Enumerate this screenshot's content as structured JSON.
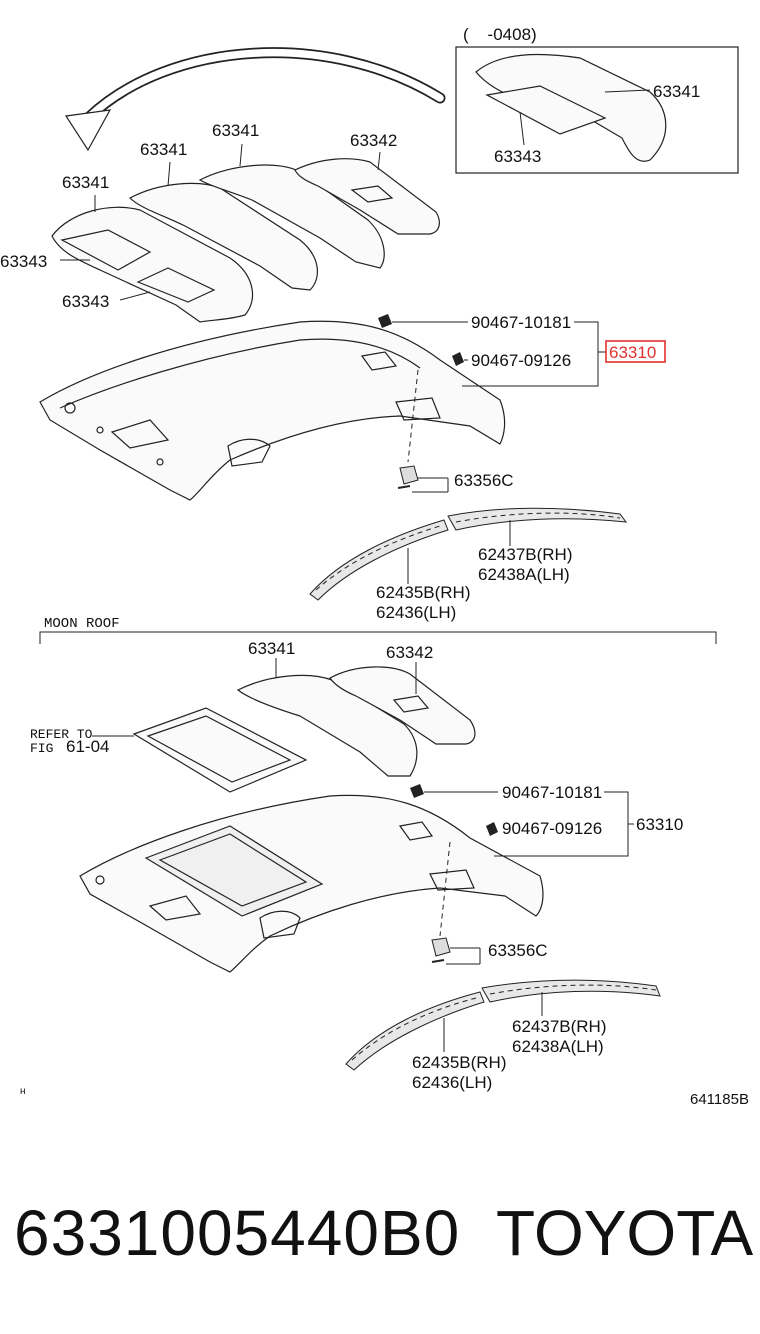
{
  "top_section": {
    "inset_label": "(    -0408)",
    "inset_parts": {
      "p1": "63341",
      "p2": "63343"
    },
    "parts": {
      "a": "63341",
      "b": "63341",
      "c": "63341",
      "d": "63342",
      "e": "63343",
      "f": "63343",
      "clip1": "90467-10181",
      "clip2": "90467-09126",
      "assembly": "63310",
      "holder": "63356C",
      "trim1_rh": "62437B(RH)",
      "trim1_lh": "62438A(LH)",
      "trim2_rh": "62435B(RH)",
      "trim2_lh": "62436(LH)"
    }
  },
  "moon_roof_section": {
    "title": "MOON ROOF",
    "refer_line1": "REFER TO",
    "refer_line2": "FIG",
    "refer_fig": "61-04",
    "parts": {
      "a": "63341",
      "b": "63342",
      "clip1": "90467-10181",
      "clip2": "90467-09126",
      "assembly": "63310",
      "holder": "63356C",
      "trim1_rh": "62437B(RH)",
      "trim1_lh": "62438A(LH)",
      "trim2_rh": "62435B(RH)",
      "trim2_lh": "62436(LH)"
    }
  },
  "corner_mark": "н",
  "figure_code": "641185B",
  "footer": {
    "part_number": "6331005440B0",
    "brand": "TOYOTA"
  },
  "colors": {
    "highlight": "#e0312e"
  }
}
